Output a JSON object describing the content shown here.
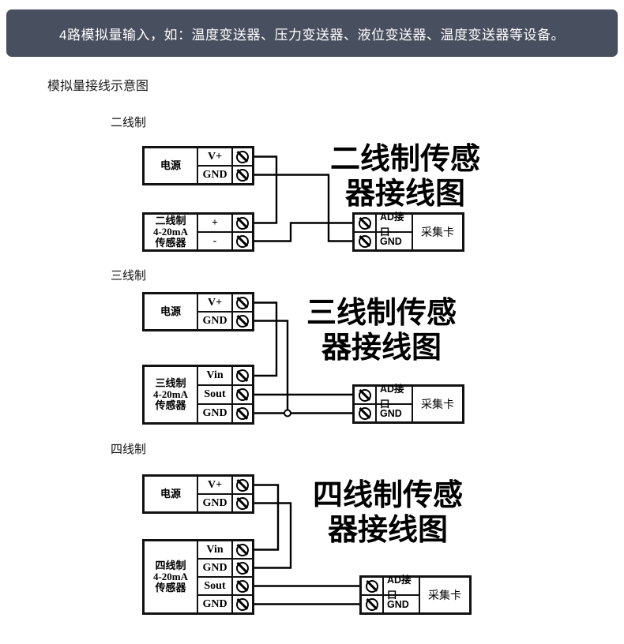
{
  "header": {
    "text": "4路模拟量输入，如：温度变送器、压力变送器、液位变送器、温度变送器等设备。",
    "bg_color": "#484f5e",
    "text_color": "#ffffff"
  },
  "page_title": "模拟量接线示意图",
  "sections": [
    {
      "label": "二线制",
      "title_line1": "二线制传感",
      "title_line2": "器接线图",
      "power": {
        "name": "电源",
        "terminals": [
          "V+",
          "GND"
        ]
      },
      "sensor": {
        "name_lines": [
          "二线制",
          "4-20mA",
          "传感器"
        ],
        "terminals": [
          "+",
          "-"
        ]
      },
      "card": {
        "name": "采集卡",
        "terminals": [
          "AD接口",
          "GND"
        ]
      }
    },
    {
      "label": "三线制",
      "title_line1": "三线制传感",
      "title_line2": "器接线图",
      "power": {
        "name": "电源",
        "terminals": [
          "V+",
          "GND"
        ]
      },
      "sensor": {
        "name_lines": [
          "三线制",
          "4-20mA",
          "传感器"
        ],
        "terminals": [
          "Vin",
          "Sout",
          "GND"
        ]
      },
      "card": {
        "name": "采集卡",
        "terminals": [
          "AD接口",
          "GND"
        ]
      }
    },
    {
      "label": "四线制",
      "title_line1": "四线制传感",
      "title_line2": "器接线图",
      "power": {
        "name": "电源",
        "terminals": [
          "V+",
          "GND"
        ]
      },
      "sensor": {
        "name_lines": [
          "四线制",
          "4-20mA",
          "传感器"
        ],
        "terminals": [
          "Vin",
          "GND",
          "Sout",
          "GND"
        ]
      },
      "card": {
        "name": "采集卡",
        "terminals": [
          "AD接口",
          "GND"
        ]
      }
    }
  ],
  "diagram_colors": {
    "line": "#000000",
    "box_border": "#111111",
    "background": "#ffffff"
  }
}
